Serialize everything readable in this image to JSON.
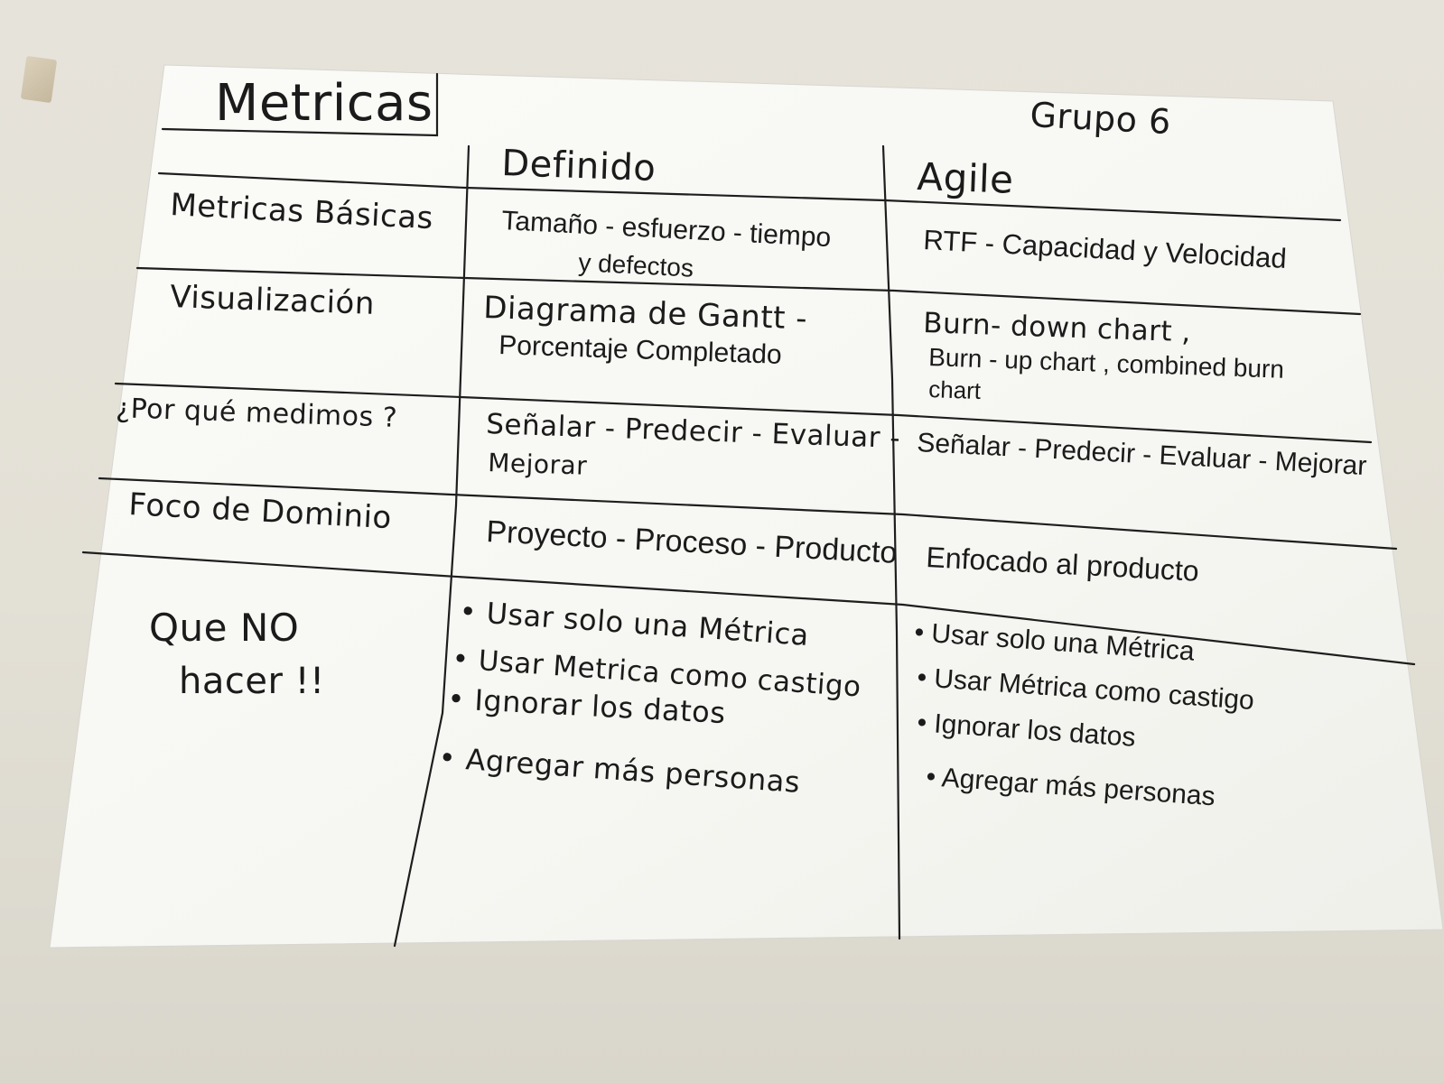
{
  "title": "Metricas",
  "group": "Grupo 6",
  "columns": {
    "defined": "Definido",
    "agile": "Agile"
  },
  "rows": {
    "basic": {
      "label": "Metricas Básicas",
      "defined_line1": "Tamaño - esfuerzo - tiempo",
      "defined_line2": "y defectos",
      "agile": "RTF - Capacidad y Velocidad"
    },
    "visual": {
      "label": "Visualización",
      "defined_line1": "Diagrama de Gantt -",
      "defined_line2": "Porcentaje Completado",
      "agile_line1": "Burn- down chart ,",
      "agile_line2": "Burn - up chart , combined burn",
      "agile_line3": "chart"
    },
    "why": {
      "label": "¿Por qué medimos ?",
      "defined_line1": "Señalar - Predecir - Evaluar -",
      "defined_line2": "Mejorar",
      "agile": "Señalar - Predecir - Evaluar - Mejorar"
    },
    "focus": {
      "label": "Foco de Dominio",
      "defined": "Proyecto - Proceso - Producto",
      "agile": "Enfocado al producto"
    },
    "dont": {
      "label_line1": "Que NO",
      "label_line2": "hacer !!",
      "defined_items": [
        "• Usar solo una Métrica",
        "• Usar Metrica como castigo",
        "• Ignorar los datos",
        "• Agregar más personas"
      ],
      "agile_items": [
        "• Usar solo una Métrica",
        "• Usar Métrica como castigo",
        "• Ignorar los datos",
        "• Agregar más personas"
      ]
    }
  }
}
